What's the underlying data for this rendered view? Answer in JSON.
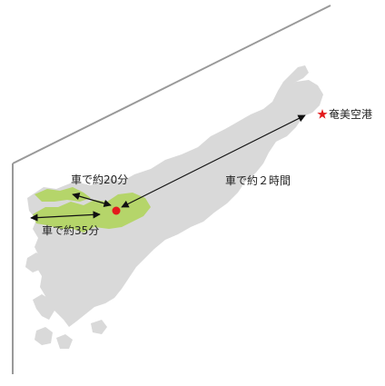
{
  "map": {
    "labels": {
      "airport": "奄美空港",
      "route_long": "車で約２時間",
      "route_mid": "車で約20分",
      "route_short": "車で約35分"
    },
    "colors": {
      "land": "#d9d9d9",
      "highlight_area": "#b5d56a",
      "frame": "#999999",
      "arrow": "#111111",
      "destination_dot": "#e31a1c",
      "airport_star": "#e31a1c"
    },
    "icons": {
      "airport": "star-icon",
      "destination": "location-dot-icon"
    }
  }
}
